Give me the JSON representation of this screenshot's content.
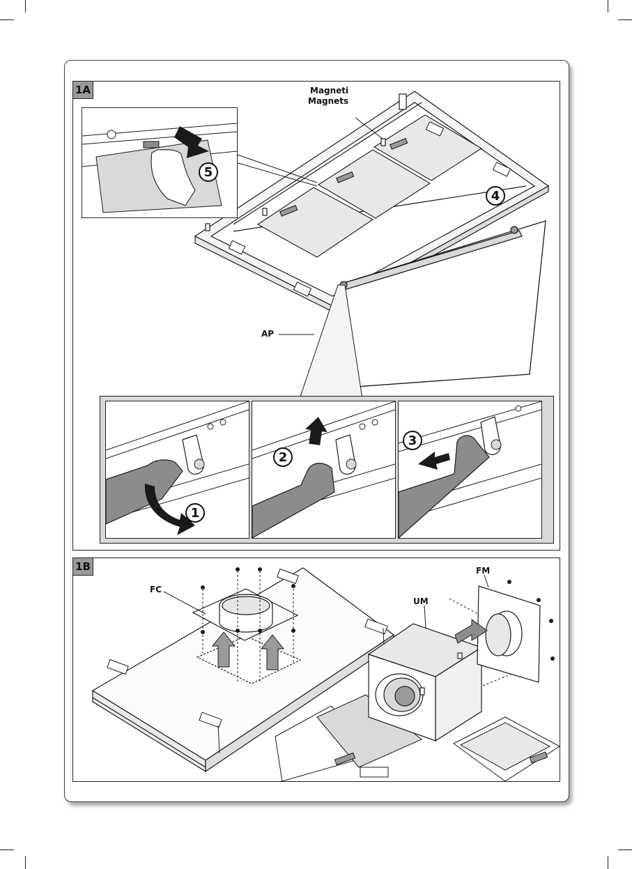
{
  "panels": {
    "a": {
      "tag": "1A"
    },
    "b": {
      "tag": "1B"
    }
  },
  "labels": {
    "magnets_it": "Magneti",
    "magnets_en": "Magnets",
    "ap": "AP",
    "fc": "FC",
    "fm": "FM",
    "um": "UM"
  },
  "steps": [
    "1",
    "2",
    "3",
    "4",
    "5"
  ],
  "colors": {
    "ink": "#1a1a1a",
    "panel_grey": "#9a9a9a",
    "filter_grey": "#8c8c8c",
    "light_grey": "#d9d9d9"
  }
}
